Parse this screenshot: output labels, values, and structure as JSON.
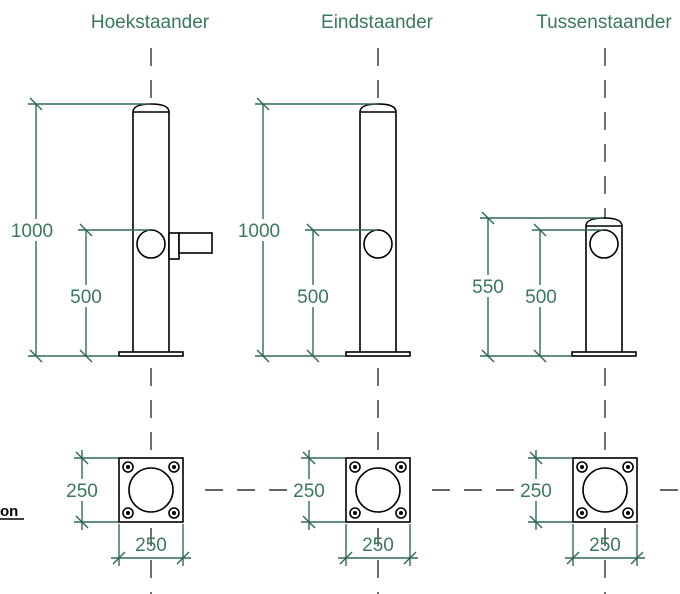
{
  "colors": {
    "dimension": "#2f6b4f",
    "label": "#3a7a5a",
    "object": "#000000"
  },
  "titles": {
    "corner": "Hoekstaander",
    "end": "Eindstaander",
    "middle": "Tussenstaander"
  },
  "dimensions": {
    "corner_height": "1000",
    "corner_connection": "500",
    "end_height": "1000",
    "end_connection": "500",
    "middle_height": "550",
    "middle_connection": "500",
    "base_corner_depth": "250",
    "base_corner_width": "250",
    "base_end_depth": "250",
    "base_end_width": "250",
    "base_middle_depth": "250",
    "base_middle_width": "250"
  },
  "footnote": "on"
}
